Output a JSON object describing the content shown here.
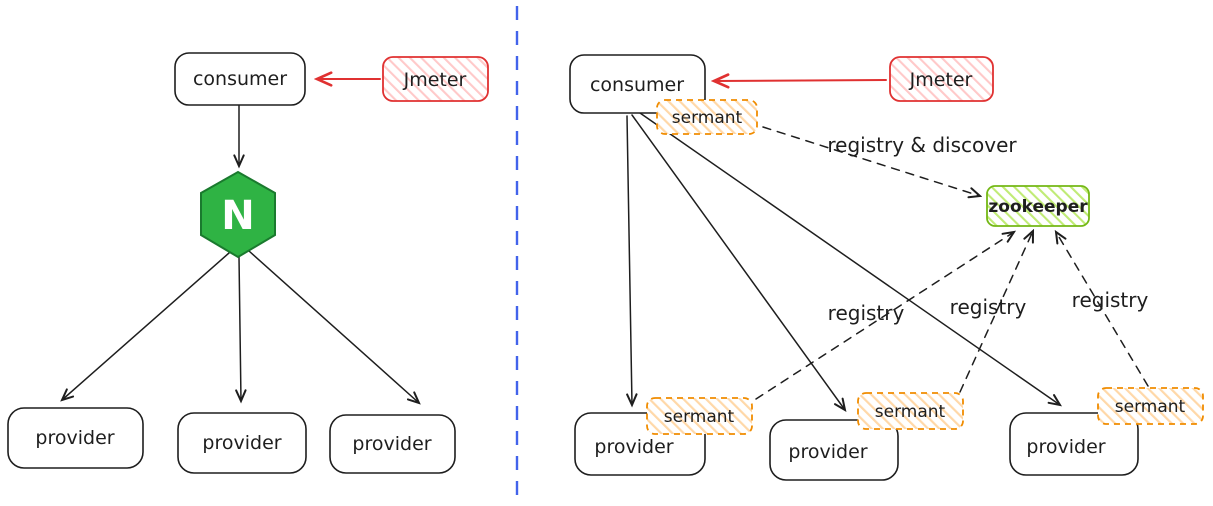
{
  "left_panel": {
    "consumer": "consumer",
    "jmeter": "Jmeter",
    "nginx_letter": "N",
    "providers": [
      "provider",
      "provider",
      "provider"
    ]
  },
  "right_panel": {
    "consumer": "consumer",
    "jmeter": "Jmeter",
    "consumer_sermant": "sermant",
    "zookeeper": "zookeeper",
    "registry_discover": "registry & discover",
    "providers": [
      {
        "label": "provider",
        "sermant": "sermant",
        "registry": "registry"
      },
      {
        "label": "provider",
        "sermant": "sermant",
        "registry": "registry"
      },
      {
        "label": "provider",
        "sermant": "sermant",
        "registry": "registry"
      }
    ]
  },
  "colors": {
    "stroke": "#1e1e1e",
    "jmeter": "#e03131",
    "jmeter_hatch": "#ffc9c9",
    "sermant_border": "#f08c00",
    "sermant_hatch": "#ffd8a8",
    "zookeeper_border": "#74b816",
    "zookeeper_text": "#5c940d",
    "zookeeper_hatch": "#c0eb75",
    "nginx_fill": "#2fb344",
    "nginx_edge": "#1a7a2e",
    "divider": "#4263eb"
  }
}
